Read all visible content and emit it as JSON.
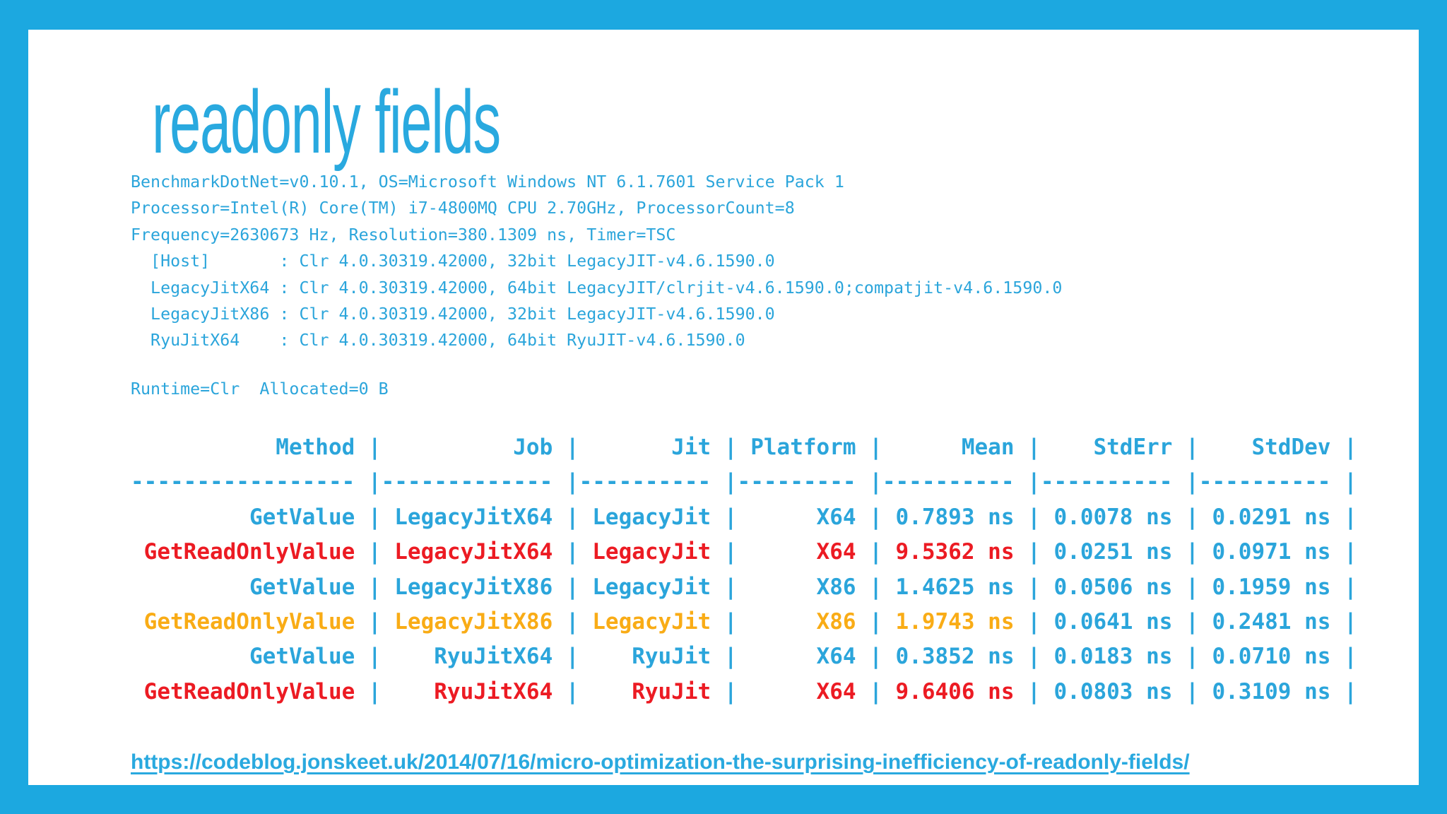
{
  "slide": {
    "title": "readonly fields"
  },
  "colors": {
    "frame": "#1CA8E0",
    "slide_background": "#FFFFFF",
    "accent_blue": "#29A9DF",
    "mono_blue": "#2BA5DB",
    "highlight_red": "#EC1B23",
    "highlight_orange": "#F9AC16"
  },
  "environment": {
    "lines": [
      "BenchmarkDotNet=v0.10.1, OS=Microsoft Windows NT 6.1.7601 Service Pack 1",
      "Processor=Intel(R) Core(TM) i7-4800MQ CPU 2.70GHz, ProcessorCount=8",
      "Frequency=2630673 Hz, Resolution=380.1309 ns, Timer=TSC",
      "  [Host]       : Clr 4.0.30319.42000, 32bit LegacyJIT-v4.6.1590.0",
      "  LegacyJitX64 : Clr 4.0.30319.42000, 64bit LegacyJIT/clrjit-v4.6.1590.0;compatjit-v4.6.1590.0",
      "  LegacyJitX86 : Clr 4.0.30319.42000, 32bit LegacyJIT-v4.6.1590.0",
      "  RyuJitX64    : Clr 4.0.30319.42000, 64bit RyuJIT-v4.6.1590.0"
    ],
    "runtime_line": "Runtime=Clr  Allocated=0 B"
  },
  "table": {
    "columns": [
      {
        "label": "Method",
        "width": 17
      },
      {
        "label": "Job",
        "width": 13
      },
      {
        "label": "Jit",
        "width": 10
      },
      {
        "label": "Platform",
        "width": 9
      },
      {
        "label": "Mean",
        "width": 10
      },
      {
        "label": "StdErr",
        "width": 10
      },
      {
        "label": "StdDev",
        "width": 10
      }
    ],
    "highlight_spans_columns": [
      "Method",
      "Job",
      "Jit",
      "Platform",
      "Mean"
    ],
    "rows": [
      {
        "color": "blue",
        "cells": [
          "GetValue",
          "LegacyJitX64",
          "LegacyJit",
          "X64",
          "0.7893 ns",
          "0.0078 ns",
          "0.0291 ns"
        ]
      },
      {
        "color": "red",
        "cells": [
          "GetReadOnlyValue",
          "LegacyJitX64",
          "LegacyJit",
          "X64",
          "9.5362 ns",
          "0.0251 ns",
          "0.0971 ns"
        ]
      },
      {
        "color": "blue",
        "cells": [
          "GetValue",
          "LegacyJitX86",
          "LegacyJit",
          "X86",
          "1.4625 ns",
          "0.0506 ns",
          "0.1959 ns"
        ]
      },
      {
        "color": "orange",
        "cells": [
          "GetReadOnlyValue",
          "LegacyJitX86",
          "LegacyJit",
          "X86",
          "1.9743 ns",
          "0.0641 ns",
          "0.2481 ns"
        ]
      },
      {
        "color": "blue",
        "cells": [
          "GetValue",
          "RyuJitX64",
          "RyuJit",
          "X64",
          "0.3852 ns",
          "0.0183 ns",
          "0.0710 ns"
        ]
      },
      {
        "color": "red",
        "cells": [
          "GetReadOnlyValue",
          "RyuJitX64",
          "RyuJit",
          "X64",
          "9.6406 ns",
          "0.0803 ns",
          "0.3109 ns"
        ]
      }
    ]
  },
  "link": {
    "text": "https://codeblog.jonskeet.uk/2014/07/16/micro-optimization-the-surprising-inefficiency-of-readonly-fields/"
  }
}
